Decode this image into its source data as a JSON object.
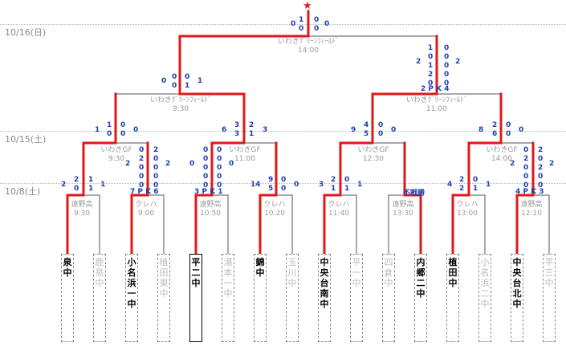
{
  "dates": {
    "final": "10/16(日)",
    "mid": "10/15(土)",
    "first": "10/8(土)"
  },
  "venues": [
    {
      "name": "いわきｸﾞﾘｰﾝﾌｨｰﾙﾄﾞ",
      "time": "14:00"
    },
    {
      "name": "いわきｸﾞﾘｰﾝﾌｨｰﾙﾄﾞ",
      "time": "9:30"
    },
    {
      "name": "いわきｸﾞﾘｰﾝﾌｨｰﾙﾄﾞ",
      "time": "11:00"
    },
    {
      "name": "いわきGF",
      "time": "9:30"
    },
    {
      "name": "いわきGF",
      "time": "11:00"
    },
    {
      "name": "いわきGF",
      "time": "12:30"
    },
    {
      "name": "いわきGF",
      "time": "14:00"
    },
    {
      "name": "遠野高",
      "time": "9:30"
    },
    {
      "name": "クレハ",
      "time": "9:00"
    },
    {
      "name": "遠野高",
      "time": "10:50"
    },
    {
      "name": "クレハ",
      "time": "10:20"
    },
    {
      "name": "クレハ",
      "time": "11:40"
    },
    {
      "name": "遠野高",
      "time": "13:30"
    },
    {
      "name": "クレハ",
      "time": "13:00"
    },
    {
      "name": "遠野高",
      "time": "12:10"
    }
  ],
  "teams": [
    "泉中",
    "鹿島中",
    "小名浜一中",
    "植田東中",
    "平二中",
    "湯本一中",
    "錦中",
    "玉川中",
    "中央台南中",
    "平一中",
    "四倉中",
    "内郷二中",
    "植田中",
    "小名浜二中",
    "中央台北中",
    "平三中"
  ],
  "winners": [
    true,
    false,
    true,
    false,
    true,
    false,
    true,
    false,
    true,
    false,
    false,
    true,
    true,
    false,
    true,
    false
  ],
  "champion_index": 4,
  "note": "不戦勝",
  "scores": {
    "f_l": "0",
    "f_m1": "1",
    "f_m2": "0",
    "f_m3": "0",
    "f_m4": "0",
    "f_r": "0",
    "s1_l": "0",
    "s1_m1": "0",
    "s1_m2": "0",
    "s1_m3": "0",
    "s1_m4": "1",
    "s1_r": "1",
    "s2_l": "2",
    "s2_m1": "1",
    "s2_m2": "0",
    "s2_m3": "1",
    "s2_m4": "2",
    "s2_m5": "0",
    "s2_m6": "0",
    "s2_m7": "0",
    "s2_m8": "0",
    "s2_m9": "0",
    "s2_m10": "0",
    "s2_r": "2",
    "s2_pk": "2 P K 4",
    "q1_l": "1",
    "q1_m1": "1",
    "q1_m2": "0",
    "q1_m3": "0",
    "q1_m4": "0",
    "q1_r": "0",
    "q2_l": "6",
    "q2_m1": "3",
    "q2_m2": "3",
    "q2_m3": "2",
    "q2_m4": "1",
    "q2_r": "3",
    "q3_l": "9",
    "q3_m1": "4",
    "q3_m2": "5",
    "q3_m3": "0",
    "q3_m4": "0",
    "q3_r": "0",
    "q4_l": "8",
    "q4_m1": "2",
    "q4_m2": "6",
    "q4_m3": "0",
    "q4_m4": "0",
    "q4_r": "0",
    "r1_l": "2",
    "r1_m1": "2",
    "r1_m2": "0",
    "r1_m3": "1",
    "r1_m4": "1",
    "r1_r": "1",
    "r2_l": "2",
    "r2_m1": "0",
    "r2_m2": "2",
    "r2_m3": "0",
    "r2_m4": "0",
    "r2_m5": "0",
    "r2_m6": "2",
    "r2_m7": "0",
    "r2_m8": "0",
    "r2_m9": "0",
    "r2_m10": "0",
    "r2_r": "2",
    "r2_pk": "7 P K 6",
    "r3_l": "0",
    "r3_m1": "0",
    "r3_m2": "0",
    "r3_m3": "0",
    "r3_m4": "0",
    "r3_m5": "0",
    "r3_m6": "0",
    "r3_m7": "0",
    "r3_m8": "0",
    "r3_m9": "0",
    "r3_m10": "0",
    "r3_r": "0",
    "r3_pk": "3 P K 1",
    "r4_l": "14",
    "r4_m1": "9",
    "r4_m2": "5",
    "r4_m3": "0",
    "r4_m4": "0",
    "r4_r": "0",
    "r5_l": "3",
    "r5_m1": "2",
    "r5_m2": "1",
    "r5_m3": "0",
    "r5_m4": "1",
    "r5_r": "1",
    "r7_l": "4",
    "r7_m1": "2",
    "r7_m2": "2",
    "r7_m3": "0",
    "r7_m4": "1",
    "r7_r": "1",
    "r8_l": "2",
    "r8_m1": "0",
    "r8_m2": "2",
    "r8_m3": "0",
    "r8_m4": "0",
    "r8_m5": "0",
    "r8_m6": "2",
    "r8_m7": "0",
    "r8_m8": "2",
    "r8_m9": "0",
    "r8_m10": "0",
    "r8_r": "2",
    "r8_pk": "4 P K 3"
  }
}
